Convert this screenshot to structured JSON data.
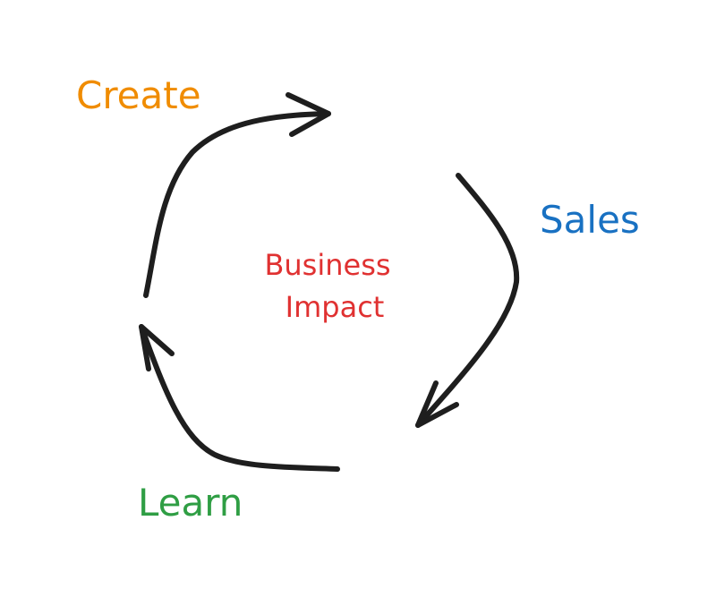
{
  "diagram": {
    "stages": {
      "create": {
        "label": "Create",
        "color": "#f08c00"
      },
      "sales": {
        "label": "Sales",
        "color": "#1971c2"
      },
      "learn": {
        "label": "Learn",
        "color": "#2f9e44"
      }
    },
    "center": {
      "line1": "Business",
      "line2": "Impact",
      "color": "#e03131"
    },
    "arrow_color": "#1e1e1e"
  }
}
